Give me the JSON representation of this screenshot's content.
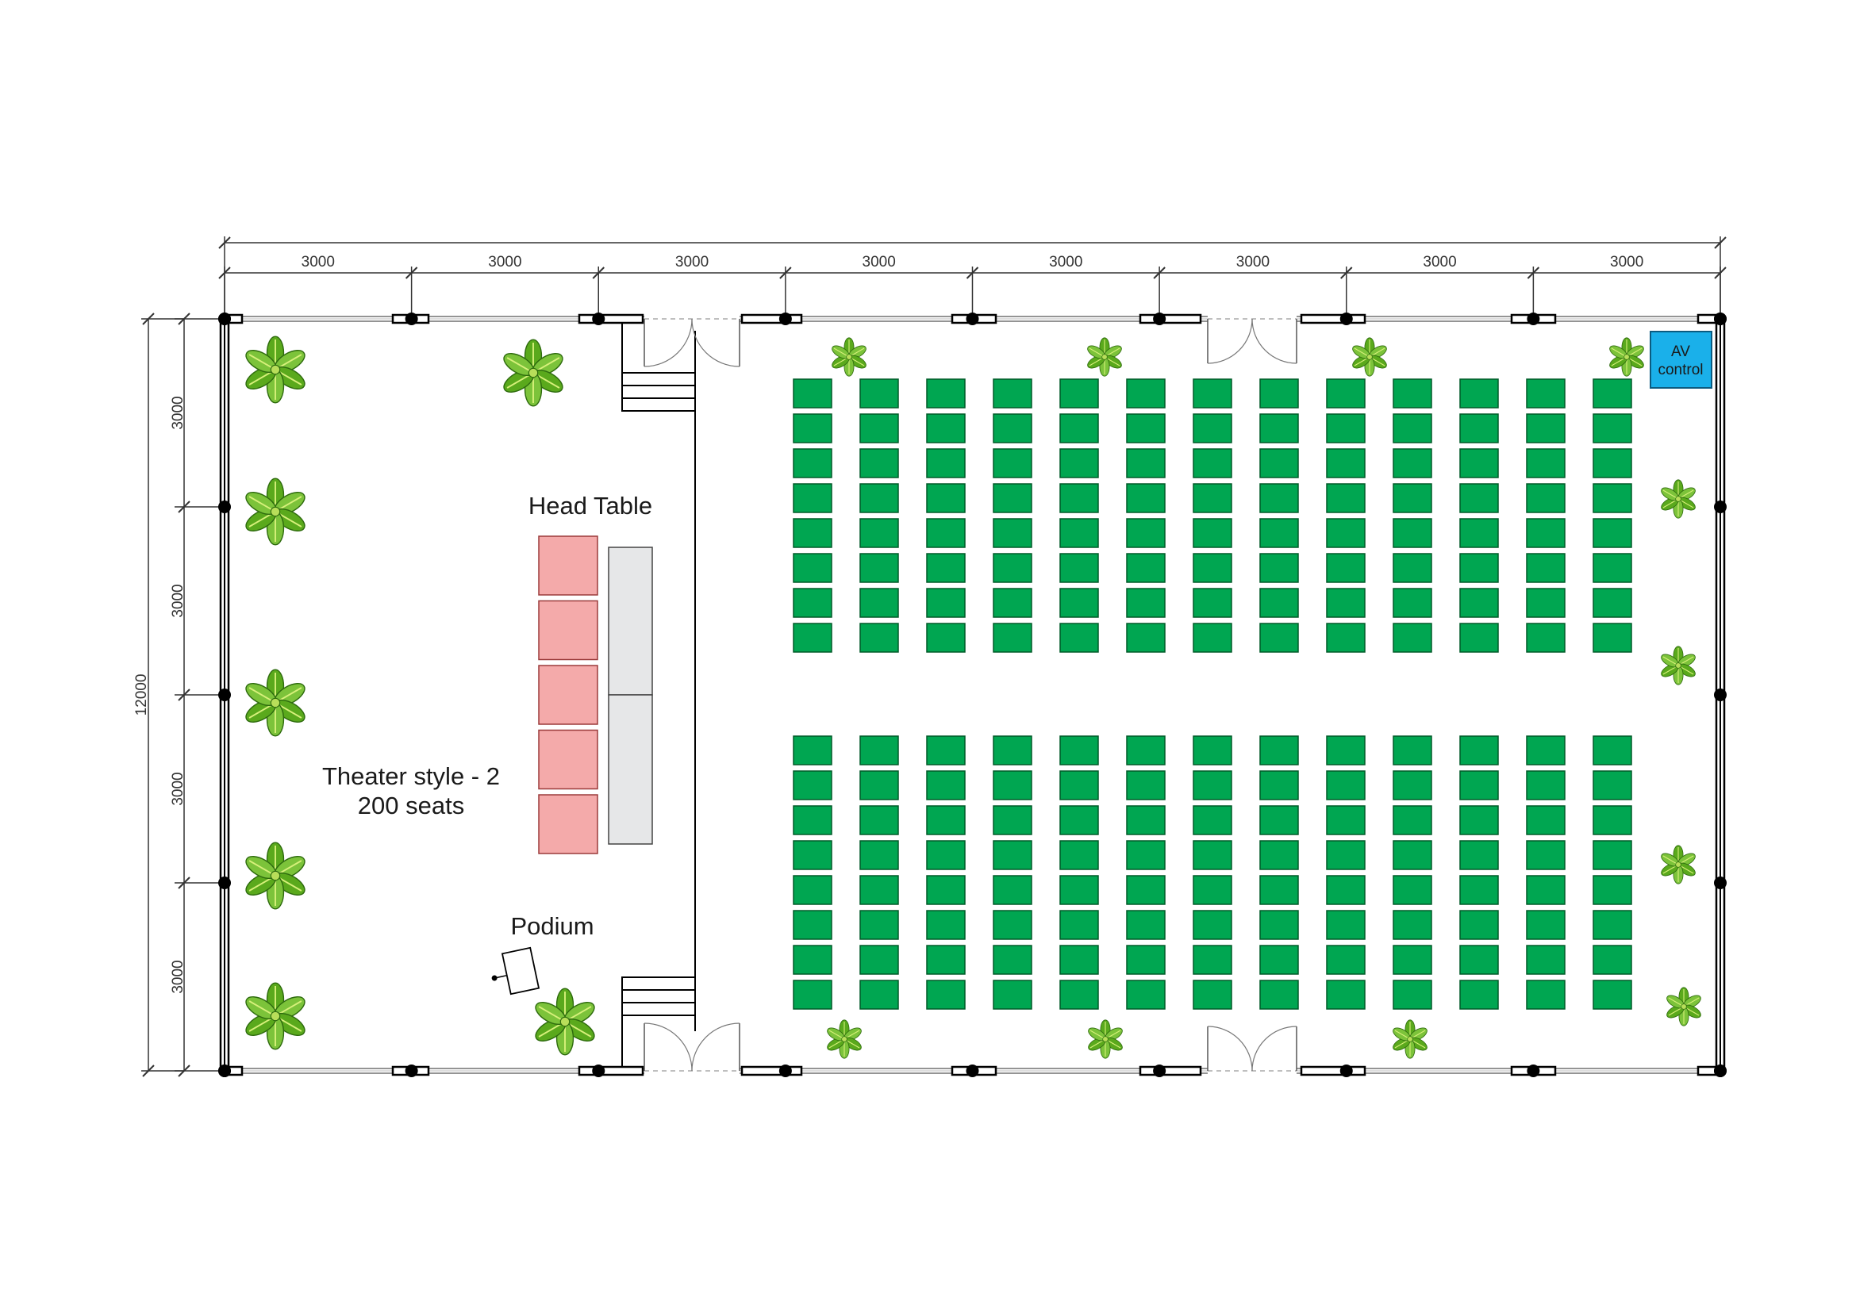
{
  "plan": {
    "labels": {
      "head_table": "Head Table",
      "layout_line1": "Theater style - 2",
      "layout_line2": "200 seats",
      "podium": "Podium",
      "av_line1": "AV",
      "av_line2": "control"
    },
    "dimensions": {
      "bay_width": "3000",
      "bay_height": "3000",
      "overall_height": "12000",
      "bays_horizontal": 8,
      "bays_vertical": 4
    },
    "seating": {
      "blocks": 2,
      "columns_per_block": 13,
      "rows_per_block": 8,
      "total_seats": 208
    },
    "head_table": {
      "chairs": 5,
      "table_segments": 2
    },
    "colors": {
      "seat": "#00a651",
      "seat_stroke": "#005a28",
      "head_chair": "#f4aaaa",
      "head_table": "#e6e7e8",
      "av_box": "#1ab0ea",
      "plant_dark": "#5aa91c",
      "plant_light": "#b8de5a",
      "wall": "#000000"
    },
    "icons": {
      "plant": "plant-icon",
      "door": "door-swing-icon",
      "column": "column-icon",
      "stairs": "stairs-icon"
    }
  }
}
